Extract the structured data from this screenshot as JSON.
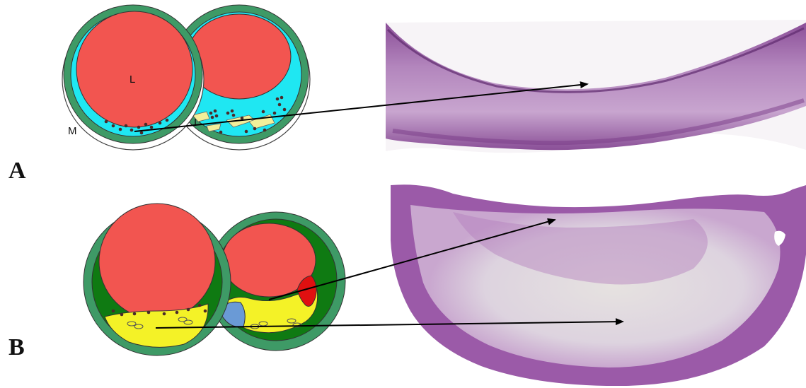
{
  "panels": [
    {
      "letter": "A",
      "schematic_labels": {
        "lumen": "L",
        "intima": "I",
        "media": "M"
      }
    },
    {
      "letter": "B"
    }
  ],
  "colors": {
    "lumen": "#f25550",
    "intima_A": "#1fe7f2",
    "media_outer": "#3e9a66",
    "media_B": "#0f7a12",
    "lipid_core": "#f4f227",
    "calcification": "#6a9ad6",
    "hemorrhage": "#e01010",
    "histology_stain": "#9b5aa8",
    "histology_pale": "#e3dce6"
  }
}
